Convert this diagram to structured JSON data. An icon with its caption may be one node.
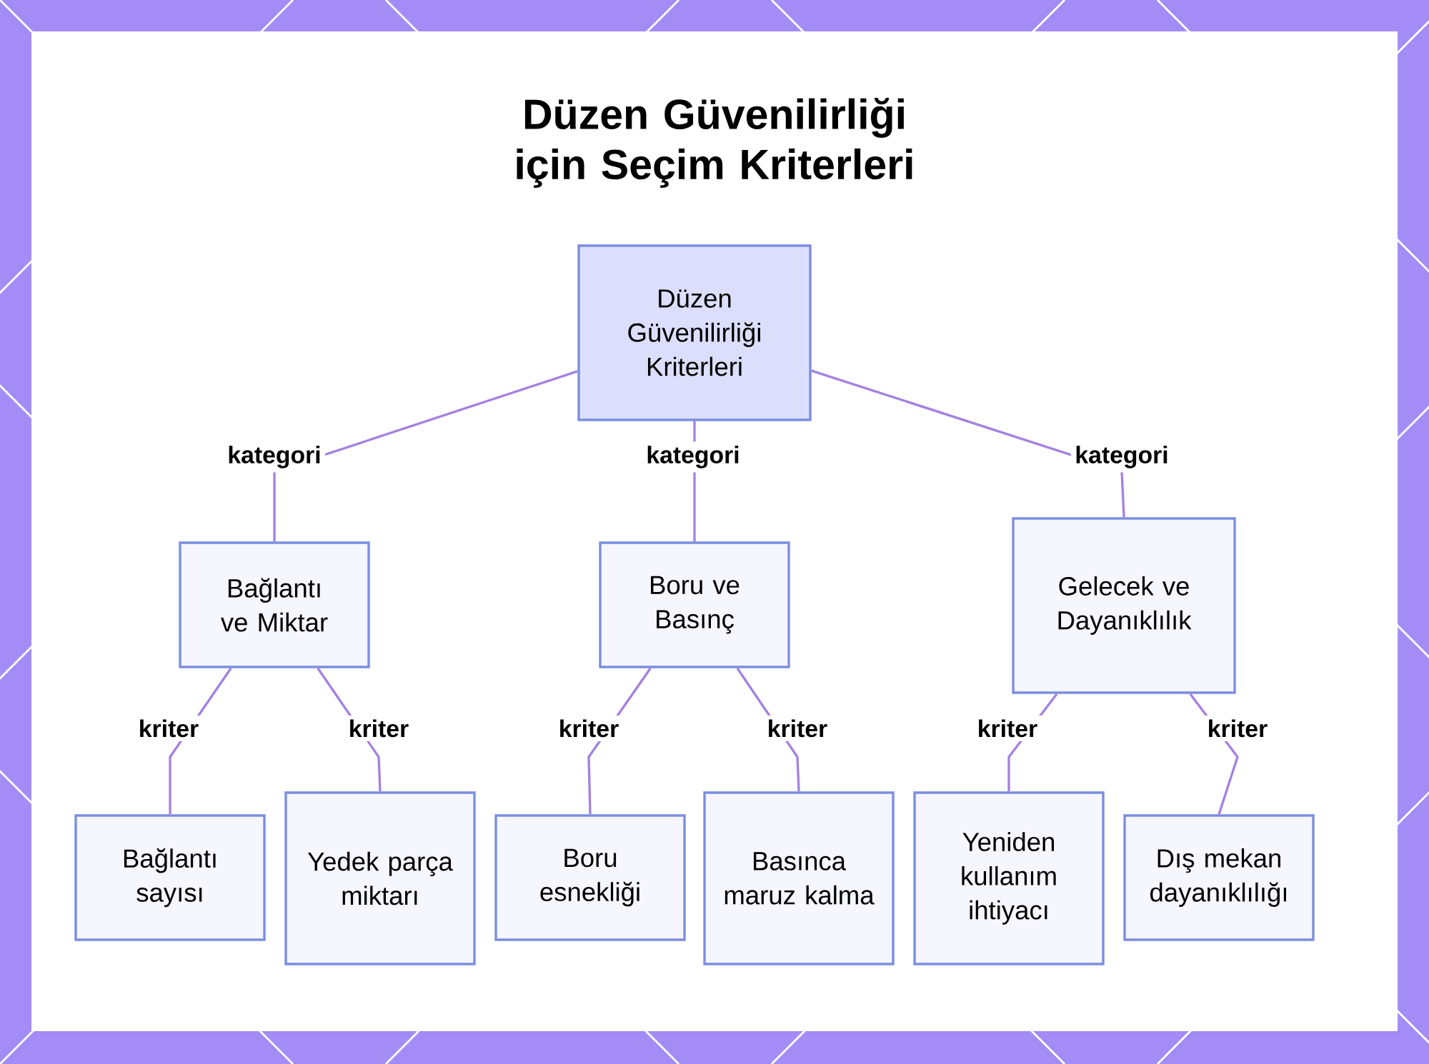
{
  "diagram": {
    "title": "Düzen Güvenilirliği için Seçim Kriterleri",
    "nodes": [
      {
        "text": [
          "Düzen Güvenilirliği Kriterleri"
        ]
      },
      {
        "text": [
          "Bağlantı ve Miktar"
        ]
      },
      {
        "text": [
          "Boru ve Basınç"
        ]
      },
      {
        "text": [
          "Gelecek ve Dayanıklılık"
        ]
      },
      {
        "text": [
          "Bağlantı sayısı"
        ]
      },
      {
        "text": [
          "Yedek parça miktarı"
        ]
      },
      {
        "text": [
          "Boru esnekliği"
        ]
      },
      {
        "text": [
          "Basınca maruz kalma"
        ]
      },
      {
        "text": [
          "Yeniden kullanım ihtiyacı"
        ]
      },
      {
        "text": [
          "Dış mekan dayanıklılığı"
        ]
      }
    ],
    "edges": [
      {
        "from": 0,
        "to": 1,
        "arrow": "none",
        "label": "kategori"
      },
      {
        "from": 0,
        "to": 2,
        "arrow": "none",
        "label": "kategori"
      },
      {
        "from": 0,
        "to": 3,
        "arrow": "none",
        "label": "kategori"
      },
      {
        "from": 1,
        "to": 4,
        "arrow": "none",
        "label": "kriter"
      },
      {
        "from": 1,
        "to": 5,
        "arrow": "none",
        "label": "kriter"
      },
      {
        "from": 2,
        "to": 6,
        "arrow": "none",
        "label": "kriter"
      },
      {
        "from": 2,
        "to": 7,
        "arrow": "none",
        "label": "kriter"
      },
      {
        "from": 3,
        "to": 8,
        "arrow": "none",
        "label": "kriter"
      },
      {
        "from": 3,
        "to": 9,
        "arrow": "none",
        "label": "kriter"
      }
    ]
  }
}
